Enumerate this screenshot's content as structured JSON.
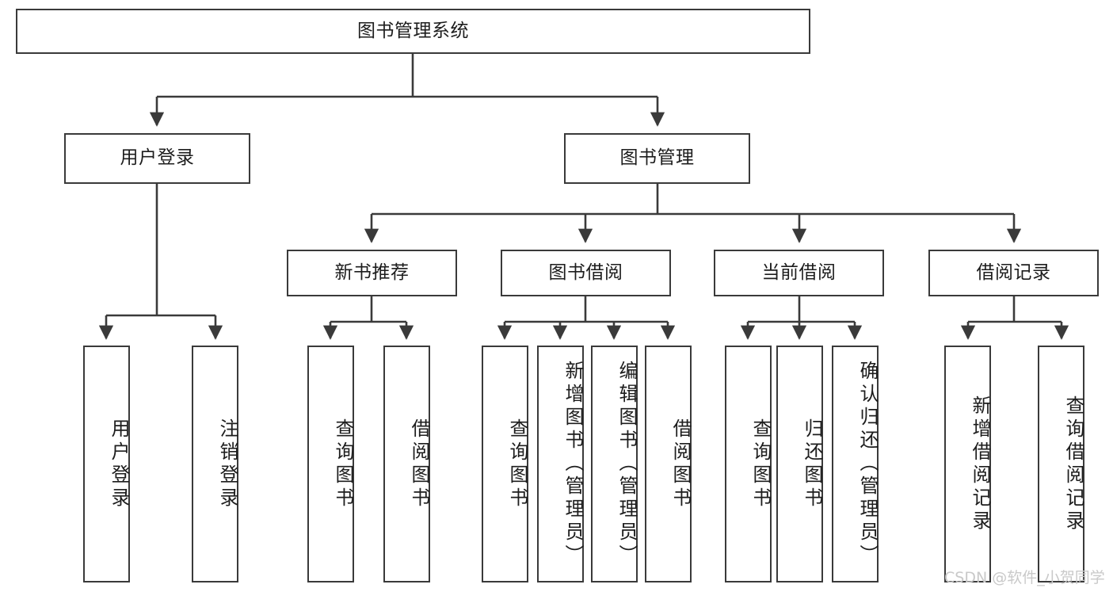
{
  "diagram": {
    "title": "图书管理系统",
    "type": "tree-hierarchy-chart",
    "colors": {
      "box_border": "#3a3a3a",
      "box_fill": "#ffffff",
      "connector": "#3a3a3a",
      "text": "#1d1d1d",
      "watermark": "#c9c9c9"
    },
    "root": {
      "label": "图书管理系统"
    },
    "level2": [
      {
        "label": "用户登录"
      },
      {
        "label": "图书管理"
      }
    ],
    "level3": [
      {
        "label": "新书推荐"
      },
      {
        "label": "图书借阅"
      },
      {
        "label": "当前借阅"
      },
      {
        "label": "借阅记录"
      }
    ],
    "leaves": {
      "user_login": [
        {
          "label": "用户登录"
        },
        {
          "label": "注销登录"
        }
      ],
      "new_book_recommend": [
        {
          "label": "查询图书"
        },
        {
          "label": "借阅图书"
        }
      ],
      "book_borrow": [
        {
          "label": "查询图书"
        },
        {
          "label": "新增图书（管理员）"
        },
        {
          "label": "编辑图书（管理员）"
        },
        {
          "label": "借阅图书"
        }
      ],
      "current_borrow": [
        {
          "label": "查询图书"
        },
        {
          "label": "归还图书"
        },
        {
          "label": "确认归还（管理员）"
        }
      ],
      "borrow_record": [
        {
          "label": "新增借阅记录"
        },
        {
          "label": "查询借阅记录"
        }
      ]
    },
    "watermark": "CSDN @软件_小贺同学"
  }
}
